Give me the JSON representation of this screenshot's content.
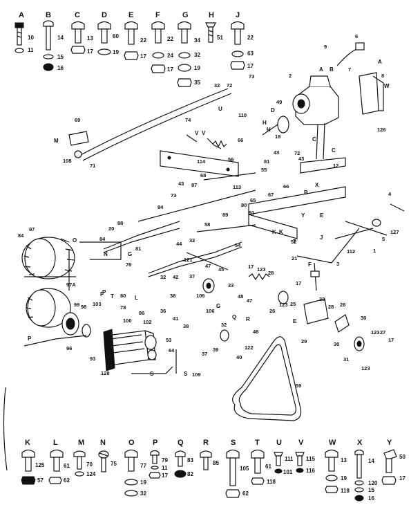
{
  "top_hardware": [
    {
      "letter": "A",
      "parts": [
        "10",
        "11"
      ]
    },
    {
      "letter": "B",
      "parts": [
        "14",
        "15",
        "16"
      ]
    },
    {
      "letter": "C",
      "parts": [
        "13",
        "17"
      ]
    },
    {
      "letter": "D",
      "parts": [
        "60",
        "19"
      ]
    },
    {
      "letter": "E",
      "parts": [
        "22",
        "17"
      ]
    },
    {
      "letter": "F",
      "parts": [
        "22",
        "24",
        "17"
      ]
    },
    {
      "letter": "G",
      "parts": [
        "34",
        "32",
        "19",
        "35"
      ]
    },
    {
      "letter": "H",
      "parts": [
        "51"
      ]
    },
    {
      "letter": "J",
      "parts": [
        "22",
        "63",
        "17"
      ]
    }
  ],
  "bottom_hardware": [
    {
      "letter": "K",
      "parts": [
        "125",
        "57"
      ]
    },
    {
      "letter": "L",
      "parts": [
        "61",
        "62"
      ]
    },
    {
      "letter": "M",
      "parts": [
        "70",
        "124"
      ]
    },
    {
      "letter": "N",
      "parts": [
        "75"
      ]
    },
    {
      "letter": "O",
      "parts": [
        "77",
        "19",
        "32"
      ]
    },
    {
      "letter": "P",
      "parts": [
        "79",
        "11",
        "17"
      ]
    },
    {
      "letter": "Q",
      "parts": [
        "83",
        "82"
      ]
    },
    {
      "letter": "R",
      "parts": [
        "85"
      ]
    },
    {
      "letter": "S",
      "parts": [
        "105",
        "62"
      ]
    },
    {
      "letter": "T",
      "parts": [
        "61",
        "118"
      ]
    },
    {
      "letter": "U",
      "parts": [
        "111",
        "101"
      ]
    },
    {
      "letter": "V",
      "parts": [
        "115",
        "116"
      ]
    },
    {
      "letter": "W",
      "parts": [
        "13",
        "19",
        "118"
      ]
    },
    {
      "letter": "X",
      "parts": [
        "14",
        "120",
        "15",
        "16"
      ]
    },
    {
      "letter": "Y",
      "parts": [
        "50",
        "17"
      ]
    }
  ],
  "callouts": [
    {
      "id": "c1",
      "text": "1"
    },
    {
      "id": "c2",
      "text": "2"
    },
    {
      "id": "c3",
      "text": "3"
    },
    {
      "id": "c4",
      "text": "4"
    },
    {
      "id": "c5",
      "text": "5"
    },
    {
      "id": "c6",
      "text": "6"
    },
    {
      "id": "c7",
      "text": "7"
    },
    {
      "id": "c8",
      "text": "8"
    },
    {
      "id": "c9",
      "text": "9"
    },
    {
      "id": "c12",
      "text": "12"
    },
    {
      "id": "c17a",
      "text": "17"
    },
    {
      "id": "c17b",
      "text": "17"
    },
    {
      "id": "c17c",
      "text": "17"
    },
    {
      "id": "c18",
      "text": "18"
    },
    {
      "id": "c20",
      "text": "20"
    },
    {
      "id": "c21",
      "text": "21"
    },
    {
      "id": "c23",
      "text": "23"
    },
    {
      "id": "c25",
      "text": "25"
    },
    {
      "id": "c26",
      "text": "26"
    },
    {
      "id": "c27",
      "text": "27"
    },
    {
      "id": "c28a",
      "text": "28"
    },
    {
      "id": "c28b",
      "text": "28"
    },
    {
      "id": "c28c",
      "text": "28"
    },
    {
      "id": "c29",
      "text": "29"
    },
    {
      "id": "c30a",
      "text": "30"
    },
    {
      "id": "c30b",
      "text": "30"
    },
    {
      "id": "c31",
      "text": "31"
    },
    {
      "id": "c32a",
      "text": "32"
    },
    {
      "id": "c32b",
      "text": "32"
    },
    {
      "id": "c32c",
      "text": "32"
    },
    {
      "id": "c32d",
      "text": "32"
    },
    {
      "id": "c33",
      "text": "33"
    },
    {
      "id": "c36",
      "text": "36"
    },
    {
      "id": "c37a",
      "text": "37"
    },
    {
      "id": "c37b",
      "text": "37"
    },
    {
      "id": "c38a",
      "text": "38"
    },
    {
      "id": "c38b",
      "text": "38"
    },
    {
      "id": "c39",
      "text": "39"
    },
    {
      "id": "c40",
      "text": "40"
    },
    {
      "id": "c41",
      "text": "41"
    },
    {
      "id": "c42",
      "text": "42"
    },
    {
      "id": "c43a",
      "text": "43"
    },
    {
      "id": "c43b",
      "text": "43"
    },
    {
      "id": "c43c",
      "text": "43"
    },
    {
      "id": "c44",
      "text": "44"
    },
    {
      "id": "c45",
      "text": "45"
    },
    {
      "id": "c46",
      "text": "46"
    },
    {
      "id": "c47a",
      "text": "47"
    },
    {
      "id": "c47b",
      "text": "47"
    },
    {
      "id": "c48",
      "text": "48"
    },
    {
      "id": "c49",
      "text": "49"
    },
    {
      "id": "c52",
      "text": "52"
    },
    {
      "id": "c53",
      "text": "53"
    },
    {
      "id": "c54",
      "text": "54"
    },
    {
      "id": "c55",
      "text": "55"
    },
    {
      "id": "c56",
      "text": "56"
    },
    {
      "id": "c58",
      "text": "58"
    },
    {
      "id": "c59",
      "text": "59"
    },
    {
      "id": "c64",
      "text": "64"
    },
    {
      "id": "c65",
      "text": "65"
    },
    {
      "id": "c66a",
      "text": "66"
    },
    {
      "id": "c66b",
      "text": "66"
    },
    {
      "id": "c67",
      "text": "67"
    },
    {
      "id": "c68",
      "text": "68"
    },
    {
      "id": "c69",
      "text": "69"
    },
    {
      "id": "c71",
      "text": "71"
    },
    {
      "id": "c72a",
      "text": "72"
    },
    {
      "id": "c72b",
      "text": "72"
    },
    {
      "id": "c73a",
      "text": "73"
    },
    {
      "id": "c73b",
      "text": "73"
    },
    {
      "id": "c74",
      "text": "74"
    },
    {
      "id": "c76",
      "text": "76"
    },
    {
      "id": "c78",
      "text": "78"
    },
    {
      "id": "c80a",
      "text": "80"
    },
    {
      "id": "c80b",
      "text": "80"
    },
    {
      "id": "c81a",
      "text": "81"
    },
    {
      "id": "c81b",
      "text": "81"
    },
    {
      "id": "c84a",
      "text": "84"
    },
    {
      "id": "c84b",
      "text": "84"
    },
    {
      "id": "c84c",
      "text": "84"
    },
    {
      "id": "c86",
      "text": "86"
    },
    {
      "id": "c87",
      "text": "87"
    },
    {
      "id": "c88",
      "text": "88"
    },
    {
      "id": "c89",
      "text": "89"
    },
    {
      "id": "c91",
      "text": "91"
    },
    {
      "id": "c93",
      "text": "93"
    },
    {
      "id": "c96",
      "text": "96"
    },
    {
      "id": "c97",
      "text": "97"
    },
    {
      "id": "c97a",
      "text": "97A"
    },
    {
      "id": "c98",
      "text": "98"
    },
    {
      "id": "c99",
      "text": "99"
    },
    {
      "id": "c100",
      "text": "100"
    },
    {
      "id": "c102",
      "text": "102"
    },
    {
      "id": "c103",
      "text": "103"
    },
    {
      "id": "c106a",
      "text": "106"
    },
    {
      "id": "c106b",
      "text": "106"
    },
    {
      "id": "c108",
      "text": "108"
    },
    {
      "id": "c109",
      "text": "109"
    },
    {
      "id": "c110",
      "text": "110"
    },
    {
      "id": "c112",
      "text": "112"
    },
    {
      "id": "c113",
      "text": "113"
    },
    {
      "id": "c114",
      "text": "114"
    },
    {
      "id": "c121",
      "text": "121"
    },
    {
      "id": "c122",
      "text": "122"
    },
    {
      "id": "c123a",
      "text": "123"
    },
    {
      "id": "c123b",
      "text": "123"
    },
    {
      "id": "c123c",
      "text": "123"
    },
    {
      "id": "c123d",
      "text": "123"
    },
    {
      "id": "c126",
      "text": "126"
    },
    {
      "id": "c127",
      "text": "127"
    },
    {
      "id": "c128",
      "text": "128"
    }
  ],
  "letter_refs": [
    {
      "id": "lA1",
      "text": "A"
    },
    {
      "id": "lA2",
      "text": "A"
    },
    {
      "id": "lB1",
      "text": "B"
    },
    {
      "id": "lB2",
      "text": "B"
    },
    {
      "id": "lC1",
      "text": "C"
    },
    {
      "id": "lC2",
      "text": "C"
    },
    {
      "id": "lD1",
      "text": "D"
    },
    {
      "id": "lE1",
      "text": "E"
    },
    {
      "id": "lE2",
      "text": "E"
    },
    {
      "id": "lF1",
      "text": "F"
    },
    {
      "id": "lF2",
      "text": "F"
    },
    {
      "id": "lG1",
      "text": "G"
    },
    {
      "id": "lG2",
      "text": "G"
    },
    {
      "id": "lH1",
      "text": "H"
    },
    {
      "id": "lH2",
      "text": "H"
    },
    {
      "id": "lJ1",
      "text": "J"
    },
    {
      "id": "lK1",
      "text": "K"
    },
    {
      "id": "lK2",
      "text": "K"
    },
    {
      "id": "lL1",
      "text": "L"
    },
    {
      "id": "lM1",
      "text": "M"
    },
    {
      "id": "lN1",
      "text": "N"
    },
    {
      "id": "lO1",
      "text": "O"
    },
    {
      "id": "lP1",
      "text": "P"
    },
    {
      "id": "lP2",
      "text": "P"
    },
    {
      "id": "lQ1",
      "text": "Q"
    },
    {
      "id": "lR1",
      "text": "R"
    },
    {
      "id": "lS1",
      "text": "S"
    },
    {
      "id": "lS2",
      "text": "S"
    },
    {
      "id": "lT1",
      "text": "T"
    },
    {
      "id": "lT2",
      "text": "T"
    },
    {
      "id": "lU1",
      "text": "U"
    },
    {
      "id": "lV1",
      "text": "V"
    },
    {
      "id": "lV2",
      "text": "V"
    },
    {
      "id": "lW1",
      "text": "W"
    },
    {
      "id": "lX1",
      "text": "X"
    },
    {
      "id": "lY1",
      "text": "Y"
    }
  ]
}
